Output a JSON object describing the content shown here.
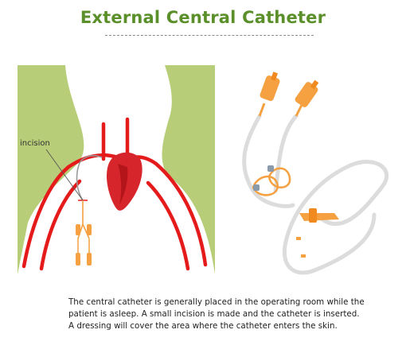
{
  "header": {
    "title": "External Central Catheter"
  },
  "diagram": {
    "incision_label": "incision"
  },
  "caption": {
    "lines": [
      "The central catheter is generally placed in the operating room while the",
      "patient is asleep.  A small incision is made and the catheter is inserted.",
      "A dressing will cover the area where the catheter enters the skin."
    ]
  },
  "colors": {
    "title": "#5a8f2a",
    "body_silhouette": "#b7cd78",
    "vessel": "#e51b1b",
    "heart": "#d7262b",
    "catheter_connector": "#f5a142",
    "tubing": "#dcdcdc"
  }
}
